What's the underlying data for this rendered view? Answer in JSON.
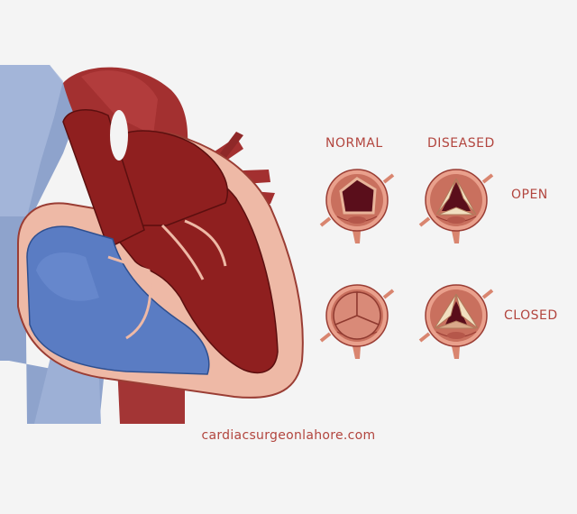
{
  "labels": {
    "normal": "NORMAL",
    "diseased": "DISEASED",
    "open": "OPEN",
    "closed": "CLOSED"
  },
  "website": "cardiacsurgeonlahore.com",
  "colors": {
    "background": "#f4f4f4",
    "label_red": "#b2453e",
    "heart_red": "#8f1f1f",
    "aorta_red": "#a33030",
    "vein_blue": "#8ea3cc",
    "ventricle_blue": "#5a7cc3",
    "tissue_pink": "#eeb9a6",
    "valve_cusp": "#d98a78",
    "calcified": "#f1dfc0"
  },
  "icons": [
    "heart-cross-section-illustration",
    "aortic-valve-icon"
  ]
}
